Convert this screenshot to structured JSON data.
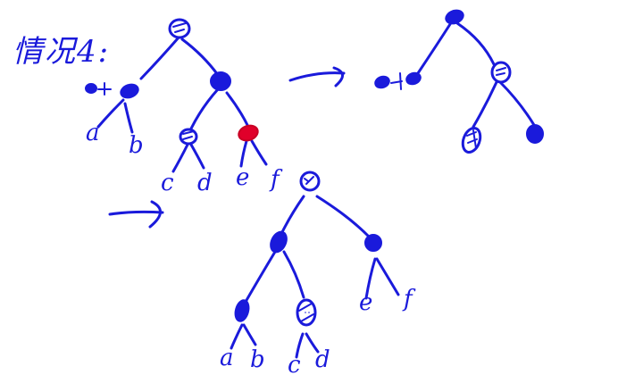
{
  "title": "情况4:",
  "colors": {
    "ink": "#1a1adb",
    "highlight": "#e0002a",
    "background": "#ffffff"
  },
  "diagram": {
    "tree1": {
      "description": "Original tree: hollow root, left filled node (with extra black 'o+'), right filled node, right child of right is red",
      "nodes": [
        {
          "id": "root",
          "style": "hollow-marked"
        },
        {
          "id": "left",
          "style": "filled",
          "extra": "o+"
        },
        {
          "id": "right",
          "style": "filled"
        },
        {
          "id": "right-left",
          "style": "hollow-marked"
        },
        {
          "id": "right-right",
          "style": "red"
        }
      ],
      "leaves": {
        "a": "a",
        "b": "b",
        "c": "c",
        "d": "d",
        "e": "e",
        "f": "f"
      }
    },
    "tree2": {
      "description": "Top-right tree after transformation",
      "nodes": [
        {
          "id": "root",
          "style": "filled"
        },
        {
          "id": "left",
          "style": "filled",
          "extra": "o+"
        },
        {
          "id": "right",
          "style": "hollow-marked"
        },
        {
          "id": "right-left",
          "style": "hollow-marked"
        },
        {
          "id": "right-right",
          "style": "filled"
        }
      ]
    },
    "tree3": {
      "description": "Bottom tree result",
      "nodes": [
        {
          "id": "root",
          "style": "hollow-marked"
        },
        {
          "id": "left",
          "style": "filled"
        },
        {
          "id": "right",
          "style": "filled"
        },
        {
          "id": "left-left",
          "style": "filled"
        },
        {
          "id": "left-right",
          "style": "hollow-marked"
        }
      ],
      "leaves": {
        "a": "a",
        "b": "b",
        "c": "c",
        "d": "d",
        "e": "e",
        "f": "f"
      }
    },
    "arrows": [
      {
        "id": "arrow-top",
        "from": "tree1",
        "to": "tree2"
      },
      {
        "id": "arrow-bottom",
        "from": "tree1",
        "to": "tree3"
      }
    ]
  }
}
